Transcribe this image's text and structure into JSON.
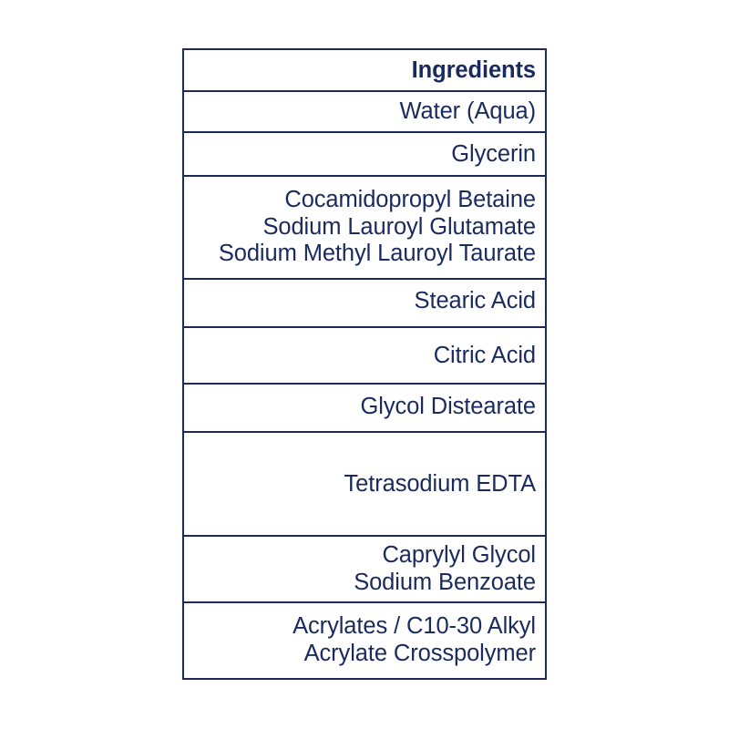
{
  "document": {
    "type": "ingredients-list-table",
    "background_color": "#ffffff",
    "text_color": "#1a2a5e",
    "border_color": "#1a2a5e",
    "text_align": "right"
  },
  "table": {
    "header": {
      "label": "Ingredients"
    },
    "rows": [
      {
        "label": "Water (Aqua)"
      },
      {
        "label": "Glycerin"
      },
      {
        "label": "Cocamidopropyl Betaine\nSodium Lauroyl Glutamate\nSodium Methyl Lauroyl Taurate"
      },
      {
        "label": "Stearic Acid"
      },
      {
        "label": "Citric Acid"
      },
      {
        "label": "Glycol Distearate"
      },
      {
        "label": "Tetrasodium EDTA"
      },
      {
        "label": "Caprylyl Glycol\nSodium Benzoate"
      },
      {
        "label": "Acrylates / C10-30 Alkyl\nAcrylate Crosspolymer"
      }
    ]
  }
}
